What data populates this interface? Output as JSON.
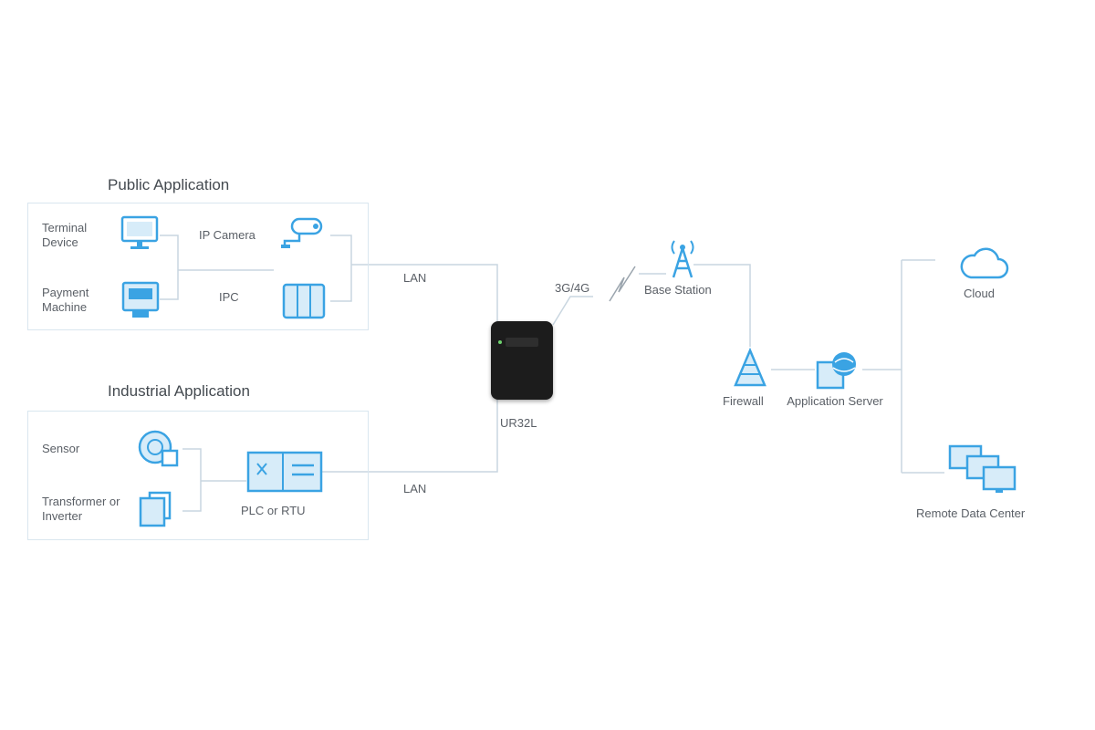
{
  "public_group": {
    "title": "Public Application",
    "terminal_device": "Terminal Device",
    "payment_machine": "Payment Machine",
    "ip_camera": "IP Camera",
    "ipc": "IPC"
  },
  "industrial_group": {
    "title": "Industrial Application",
    "sensor": "Sensor",
    "transformer": "Transformer or Inverter",
    "plc": "PLC or RTU"
  },
  "links": {
    "lan_top": "LAN",
    "lan_bottom": "LAN",
    "wireless": "3G/4G"
  },
  "router": {
    "label": "UR32L"
  },
  "network": {
    "base_station": "Base Station",
    "firewall": "Firewall",
    "app_server": "Application Server",
    "cloud": "Cloud",
    "remote_data_center": "Remote Data Center"
  },
  "colors": {
    "accent": "#3aa3e3",
    "line": "#c9d6e0",
    "router": "#1c1c1c"
  }
}
